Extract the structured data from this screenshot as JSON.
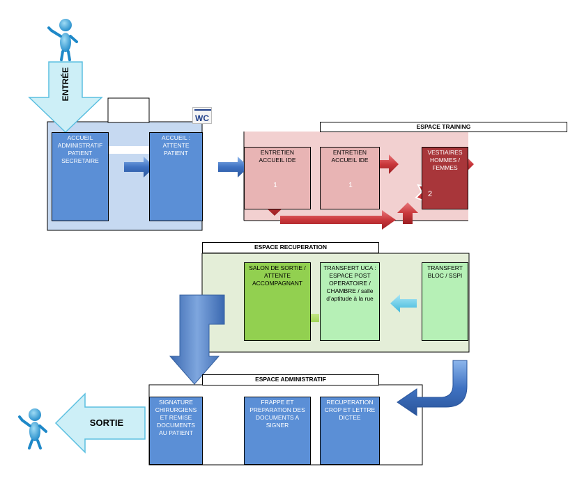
{
  "entry": {
    "label": "ENTRÉE"
  },
  "exit": {
    "label": "SORTIE"
  },
  "wc": {
    "label": "WC"
  },
  "accueil": {
    "admin_label": "ACCUEIL ADMINISTRATIF PATIENT SECRETAIRE",
    "attente_label": "ACCUEIL : ATTENTE PATIENT"
  },
  "training": {
    "title": "ESPACE TRAINING",
    "entretien1": "ENTRETIEN ACCUEIL    IDE",
    "entretien2": "ENTRETIEN ACCUEIL IDE",
    "vestiaires": "VESTIAIRES HOMMES / FEMMES",
    "badge1a": "1",
    "badge1b": "1",
    "badge2": "2"
  },
  "recuperation": {
    "title": "ESPACE RECUPERATION",
    "salon": "SALON  DE SORTIE / ATTENTE ACCOMPAGNANT",
    "transfert_uca": "TRANSFERT UCA : ESPACE POST OPERATOIRE / CHAMBRE / salle d’aptitude à la rue",
    "transfert_bloc": "TRANSFERT BLOC / SSPI"
  },
  "administratif": {
    "title": "ESPACE ADMINISTRATIF",
    "signature": "SIGNATURE CHIRURGIENS ET REMISE DOCUMENTS AU PATIENT",
    "frappe": "FRAPPE ET PREPARATION DES DOCUMENTS A SIGNER",
    "crop": "RECUPERATION CROP ET LETTRE DICTEE"
  },
  "colors": {
    "blue_box": "#5b8fd6",
    "light_blue_area": "#c6d9f1",
    "pink_area": "#f2d0d0",
    "red_box": "#e8b4b4",
    "dark_red_box": "#a8363a",
    "green_area": "#e4eed8",
    "light_green_box": "#b6f0b6",
    "green_box": "#92d050",
    "arrow_blue": "#4a7fc8",
    "arrow_red": "#c9373b",
    "entry_arrow": "#cdeff7"
  }
}
